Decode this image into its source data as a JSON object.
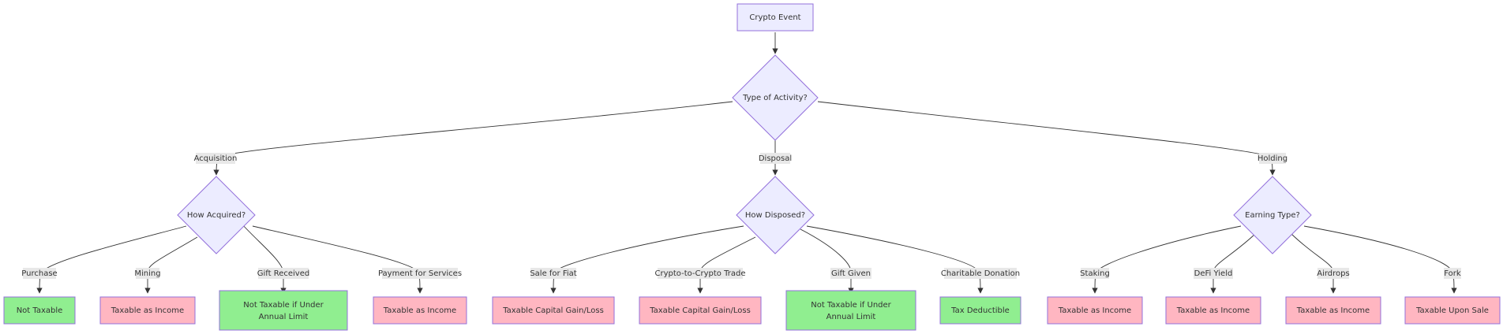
{
  "nodes": {
    "start": "Crypto Event",
    "type_q": "Type of Activity?",
    "acq_q": "How Acquired?",
    "disp_q": "How Disposed?",
    "hold_q": "Earning Type?",
    "purchase": "Not Taxable",
    "mining": "Taxable as Income",
    "gift_received": [
      "Not Taxable if Under",
      "Annual Limit"
    ],
    "payment": "Taxable as Income",
    "sale_fiat": "Taxable Capital Gain/Loss",
    "crypto_trade": "Taxable Capital Gain/Loss",
    "gift_given": [
      "Not Taxable if Under",
      "Annual Limit"
    ],
    "charity": "Tax Deductible",
    "staking": "Taxable as Income",
    "defi": "Taxable as Income",
    "airdrops": "Taxable as Income",
    "fork": "Taxable Upon Sale"
  },
  "edge_labels": {
    "acquisition": "Acquisition",
    "disposal": "Disposal",
    "holding": "Holding",
    "purchase": "Purchase",
    "mining": "Mining",
    "gift_received": "Gift Received",
    "payment": "Payment for Services",
    "sale_fiat": "Sale for Fiat",
    "crypto_trade": "Crypto-to-Crypto Trade",
    "gift_given": "Gift Given",
    "charity": "Charitable Donation",
    "staking": "Staking",
    "defi": "DeFi Yield",
    "airdrops": "Airdrops",
    "fork": "Fork"
  },
  "colors": {
    "default_fill": "#ECECFF",
    "not_taxable_fill": "#90EE90",
    "taxable_fill": "#FFB6C1",
    "border": "#9370DB",
    "edge": "#333333"
  }
}
